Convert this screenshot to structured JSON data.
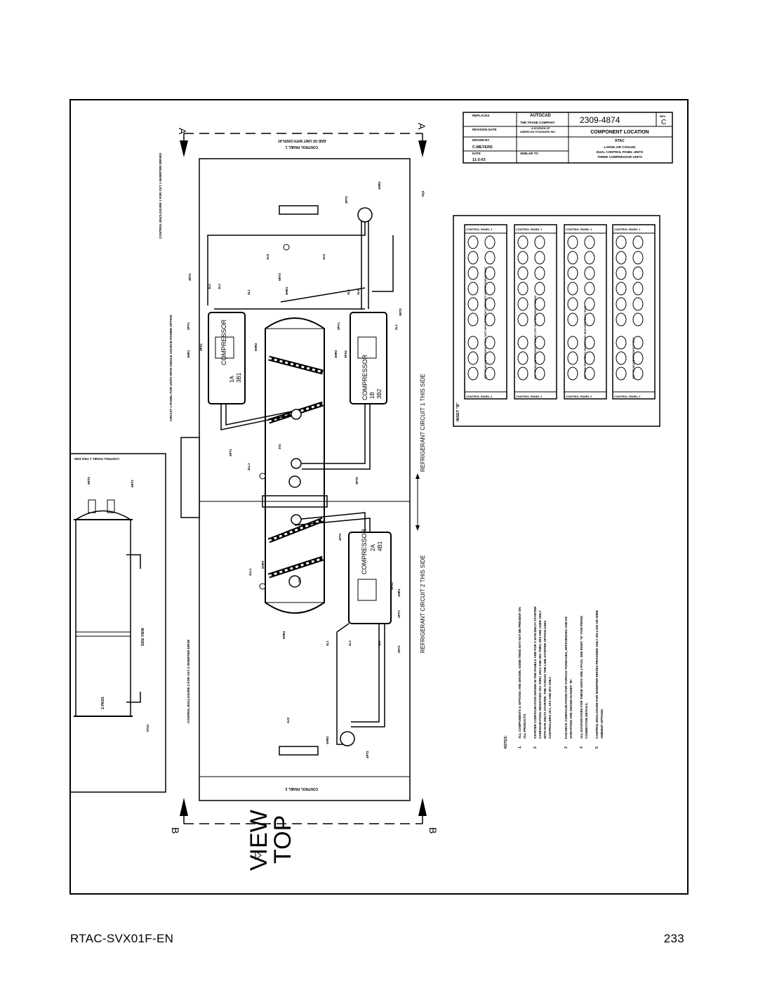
{
  "title_block": {
    "replaces_label": "REPLACES",
    "autocad_label": "AUTOCAD",
    "company": "THE TRANE COMPANY",
    "division_line1": "A DIVISION OF",
    "division_line2": "AMERICAN STANDARD INC.",
    "revision_date_label": "REVISION DATE",
    "drawn_by_label": "DRAWN BY",
    "drawn_by": "C.MEYERS",
    "date_label": "DATE",
    "date": "11-3-03",
    "similar_to_label": "SIMILAR TO",
    "drawing_number": "2309-4874",
    "rev_label": "REV",
    "rev": "C",
    "drawing_title": "COMPONENT LOCATION",
    "product": "RTAC",
    "desc_line1": "LARGE AIR COOLED",
    "desc_line2": "DUAL CONTROL PANEL UNITS",
    "desc_line3": "THREE COMPRESSOR UNITS"
  },
  "view": {
    "title_line1": "VIEW",
    "title_line2": "TOP",
    "view_note": "3",
    "section_a": "A",
    "section_b": "B",
    "control_panel_1": "CONTROL PANEL 1",
    "control_panel_2": "CONTROL PANEL 2",
    "display_end": "END OF UNIT WITH DISPLAY",
    "circuit_1": "REFRIGERANT CIRCUIT 1 THIS SIDE",
    "circuit_2": "REFRIGERANT CIRCUIT 2 THIS SIDE",
    "enclosure_1": "CONTROL ENCLOSURE 1 FOR CKT 1 INVERTER DRIVES",
    "enclosure_2": "CONTROL ENCLOSURE 2 FOR CKT 2 INVERTER DRIVE",
    "single_source": "CIRCUIT 1 PANEL FOR UNITS WITH SINGLE SOURCE POWER OPTION",
    "compressor_1a_name": "COMPRESSOR",
    "compressor_1a_id": "1A",
    "compressor_1a_tag": "3B1",
    "compressor_1b_name": "COMPRESSOR",
    "compressor_1b_id": "1B",
    "compressor_1b_tag": "3B2",
    "compressor_2a_name": "COMPRESSOR",
    "compressor_2a_id": "2A",
    "compressor_2a_tag": "4B1",
    "labels_top": [
      "3PT2",
      "3HR2",
      "5Q1",
      "3U3",
      "3U4",
      "6RT3",
      "3RT1",
      "3L2",
      "3L3",
      "3L1",
      "6HR1",
      "3L5",
      "3L6",
      "3RT2",
      "3L4",
      "3PT3",
      "3HR1",
      "3PS1",
      "6HR2",
      "3PT4",
      "3HR3",
      "3PS2",
      "3PT1",
      "3LL1",
      "3V1",
      "3PT5"
    ],
    "labels_bottom": [
      "4PT1",
      "4LL1",
      "6HR3",
      "4V1",
      "4PS1",
      "4HR1",
      "4PT3",
      "6HR4",
      "4L1",
      "4L3",
      "4L2",
      "4RT1",
      "4U3",
      "4HR2",
      "4PT2"
    ],
    "side_view_label": "SIDE VIEW",
    "side_control": "CONTROL PANEL 1 THIS END",
    "side_pass": "2-PASS",
    "side_tags": [
      "6RT2",
      "6RT1",
      "6TS1"
    ]
  },
  "inset": {
    "label": "INSET \"B\"",
    "note": "3",
    "panel_top": "CONTROL PANEL 1",
    "panel_bottom": "CONTROL PANEL 2",
    "configs": [
      "300T STANDARD EFFICIENCY 60HZ 300T HIGH EFFICIENCY 60HZ 250T HIGH EFFICIENCY 50HZ",
      "300T STANDARD EFFICIENCY 50/60HZ 275T HIGH EFFICIENCY 50/60HZ",
      "350T HIGH EFFICIENCY 50/60HZ 375T HIGH EFFICIENCY 60HZ",
      "350T STANDARD EFFICIENCY 60HZ"
    ]
  },
  "notes": {
    "heading": "NOTES:",
    "items": [
      {
        "num": "1.",
        "text": "ALL COMPONENTS & OPTIONS ARE SHOWN. SOME ITEMS MAY NOT BE PRESENT ON ALL PRODUCTS."
      },
      {
        "num": "2",
        "text": "STARTER CONFIGURATION SHOWN IN THE PANELS ARE FOR A WYE-DELTA STARTER CONFIGURATION. RESISTORS 1R1 THRU 1R13 AND 2R1 THRU 2R3 ARE USED ONLY WITH WYE DELTA STARTER. THE ACROSS THE LINE STARTER OPTION USES CONTROLLERS 1K1, 1K3 AND 2K1 ONLY."
      },
      {
        "num": "3",
        "text": "FAN DECK CONFIGURATIONS FOR VARIOUS TONNAGES, EFFICIENCES AND HZ VARIATIONS ARE SHOWN IN INSET \"B\"."
      },
      {
        "num": "4",
        "text": "ALL EVAPORATORS FOR THESE UNITS ARE 2 PASS. SEE INSET \"D\" FOR PIPING CONNECTION DETAILS."
      },
      {
        "num": "5",
        "text": "CONTROL ENCLOSURE FOR INVERTER DRIVES PROVIDED ONLY ON LOW OR WIDE AMBIENT OPTIONS."
      }
    ]
  },
  "footer": {
    "doc_id": "RTAC-SVX01F-EN",
    "page_number": "233"
  }
}
